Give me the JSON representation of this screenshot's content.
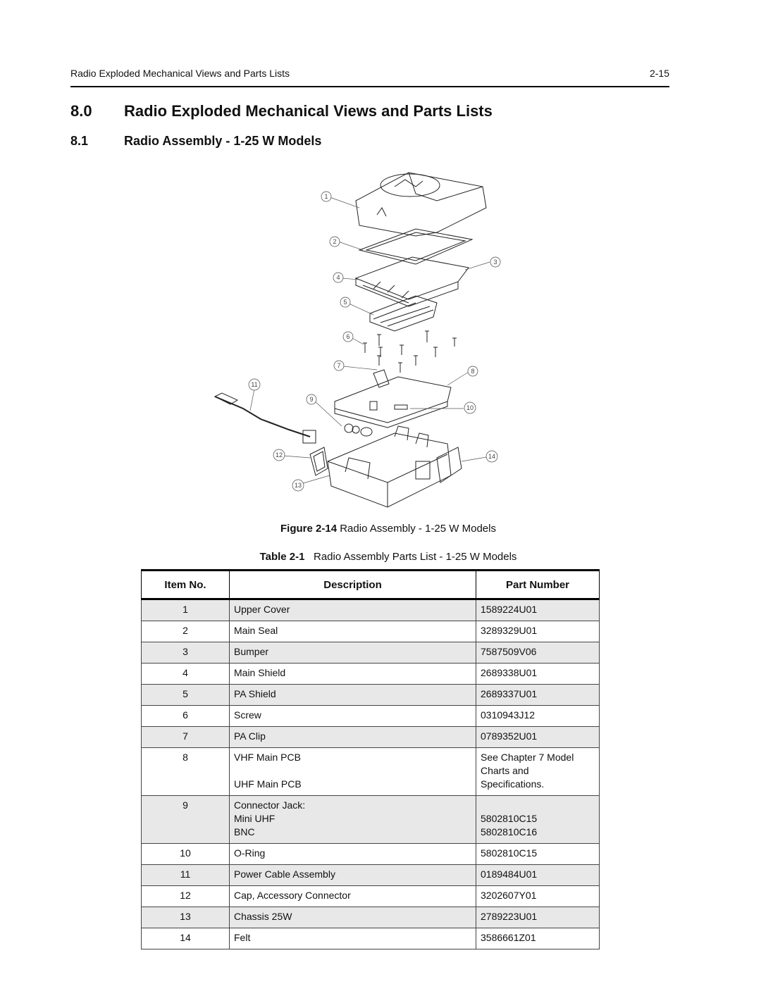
{
  "header": {
    "title": "Radio Exploded Mechanical Views and Parts Lists",
    "page": "2-15"
  },
  "section": {
    "number": "8.0",
    "title": "Radio Exploded Mechanical Views and Parts Lists"
  },
  "subsection": {
    "number": "8.1",
    "title": "Radio Assembly - 1-25 W Models"
  },
  "figure": {
    "label": "Figure 2-14",
    "caption": "Radio Assembly - 1-25 W Models",
    "callouts": [
      "1",
      "2",
      "3",
      "4",
      "5",
      "6",
      "7",
      "8",
      "9",
      "10",
      "11",
      "12",
      "13",
      "14"
    ]
  },
  "table": {
    "label": "Table 2-1",
    "caption": "Radio Assembly Parts List - 1-25 W Models",
    "headers": [
      "Item No.",
      "Description",
      "Part Number"
    ],
    "rows": [
      {
        "item": "1",
        "desc": "Upper Cover",
        "pn": "1589224U01"
      },
      {
        "item": "2",
        "desc": "Main Seal",
        "pn": "3289329U01"
      },
      {
        "item": "3",
        "desc": "Bumper",
        "pn": "7587509V06"
      },
      {
        "item": "4",
        "desc": "Main Shield",
        "pn": "2689338U01"
      },
      {
        "item": "5",
        "desc": "PA Shield",
        "pn": "2689337U01"
      },
      {
        "item": "6",
        "desc": "Screw",
        "pn": "0310943J12"
      },
      {
        "item": "7",
        "desc": "PA Clip",
        "pn": "0789352U01"
      },
      {
        "item": "8",
        "desc_lines": [
          "VHF Main PCB",
          "",
          "UHF Main PCB"
        ],
        "pn_lines": [
          "See Chapter 7 Model",
          "Charts and",
          "Specifications."
        ]
      },
      {
        "item": "9",
        "desc_lines": [
          "Connector Jack:",
          "Mini UHF",
          "BNC"
        ],
        "pn_lines": [
          "",
          "5802810C15",
          "5802810C16"
        ]
      },
      {
        "item": "10",
        "desc": "O-Ring",
        "pn": "5802810C15"
      },
      {
        "item": "11",
        "desc": "Power Cable Assembly",
        "pn": "0189484U01"
      },
      {
        "item": "12",
        "desc": "Cap, Accessory Connector",
        "pn": "3202607Y01"
      },
      {
        "item": "13",
        "desc": "Chassis 25W",
        "pn": "2789223U01"
      },
      {
        "item": "14",
        "desc": "Felt",
        "pn": "3586661Z01"
      }
    ]
  }
}
